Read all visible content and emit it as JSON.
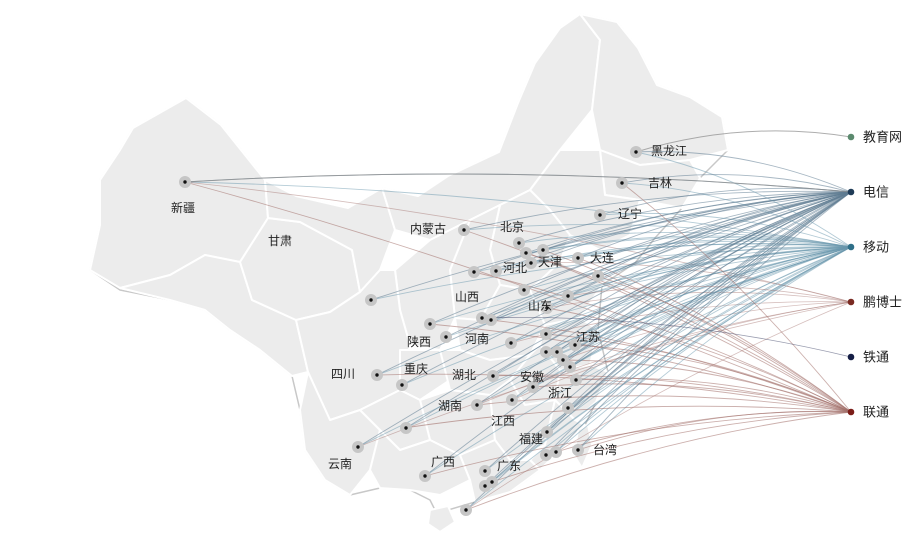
{
  "map": {
    "provinces": [
      "新疆",
      "甘肃",
      "内蒙古",
      "北京",
      "天津",
      "河北",
      "山西",
      "山东",
      "陕西",
      "河南",
      "江苏",
      "四川",
      "重庆",
      "湖北",
      "安徽",
      "浙江",
      "湖南",
      "江西",
      "福建",
      "台湾",
      "云南",
      "广西",
      "广东",
      "黑龙江",
      "吉林",
      "辽宁",
      "大连"
    ],
    "isps": [
      {
        "name": "教育网",
        "color": "#5b8a6e"
      },
      {
        "name": "电信",
        "color": "#1f3b57"
      },
      {
        "name": "移动",
        "color": "#2f6f88"
      },
      {
        "name": "鹏博士",
        "color": "#7a2a22"
      },
      {
        "name": "铁通",
        "color": "#151e45"
      },
      {
        "name": "联通",
        "color": "#7b1d18"
      }
    ],
    "line_colors": {
      "telecom": "#5e7b92",
      "mobile": "#6a97ad",
      "unicom": "#a26f6a",
      "edu": "#8a8a8a"
    }
  }
}
